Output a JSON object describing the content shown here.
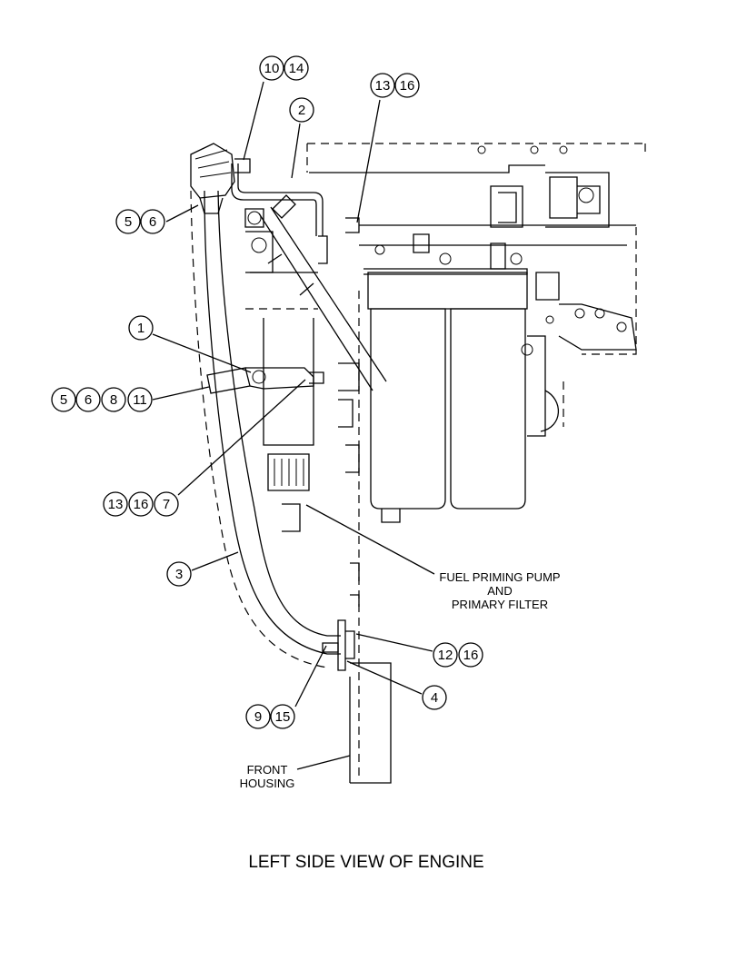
{
  "callouts": {
    "c_10": "10",
    "c_14": "14",
    "c_2": "2",
    "c_13a": "13",
    "c_16a": "16",
    "c_5a": "5",
    "c_6a": "6",
    "c_1": "1",
    "c_5b": "5",
    "c_6b": "6",
    "c_8": "8",
    "c_11": "11",
    "c_13b": "13",
    "c_16b": "16",
    "c_7": "7",
    "c_3": "3",
    "c_12": "12",
    "c_16c": "16",
    "c_4": "4",
    "c_9": "9",
    "c_15": "15"
  },
  "labels": {
    "fuel_pump_line1": "FUEL PRIMING PUMP",
    "fuel_pump_line2": "AND",
    "fuel_pump_line3": "PRIMARY FILTER",
    "front_housing_line1": "FRONT",
    "front_housing_line2": "HOUSING"
  },
  "caption": "LEFT SIDE VIEW OF ENGINE"
}
